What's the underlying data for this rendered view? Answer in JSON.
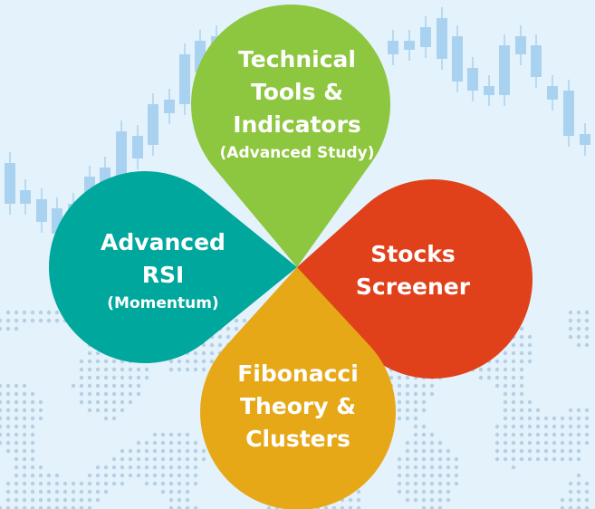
{
  "colors": {
    "background": "#e4f2fc",
    "candles": "#a9d2f0",
    "map_dots": "#b5cfe3"
  },
  "petals": [
    {
      "id": "technical",
      "title_lines": [
        "Technical",
        "Tools &",
        "Indicators"
      ],
      "subtitle": "(Advanced Study)",
      "color": "#8dc63f"
    },
    {
      "id": "rsi",
      "title_lines": [
        "Advanced",
        "RSI"
      ],
      "subtitle": "(Momentum)",
      "color": "#00a79d"
    },
    {
      "id": "screener",
      "title_lines": [
        "Stocks",
        "Screener"
      ],
      "subtitle": null,
      "color": "#e0411b"
    },
    {
      "id": "fibonacci",
      "title_lines": [
        "Fibonacci",
        "Theory &",
        "Clusters"
      ],
      "subtitle": null,
      "color": "#e6a817"
    }
  ]
}
